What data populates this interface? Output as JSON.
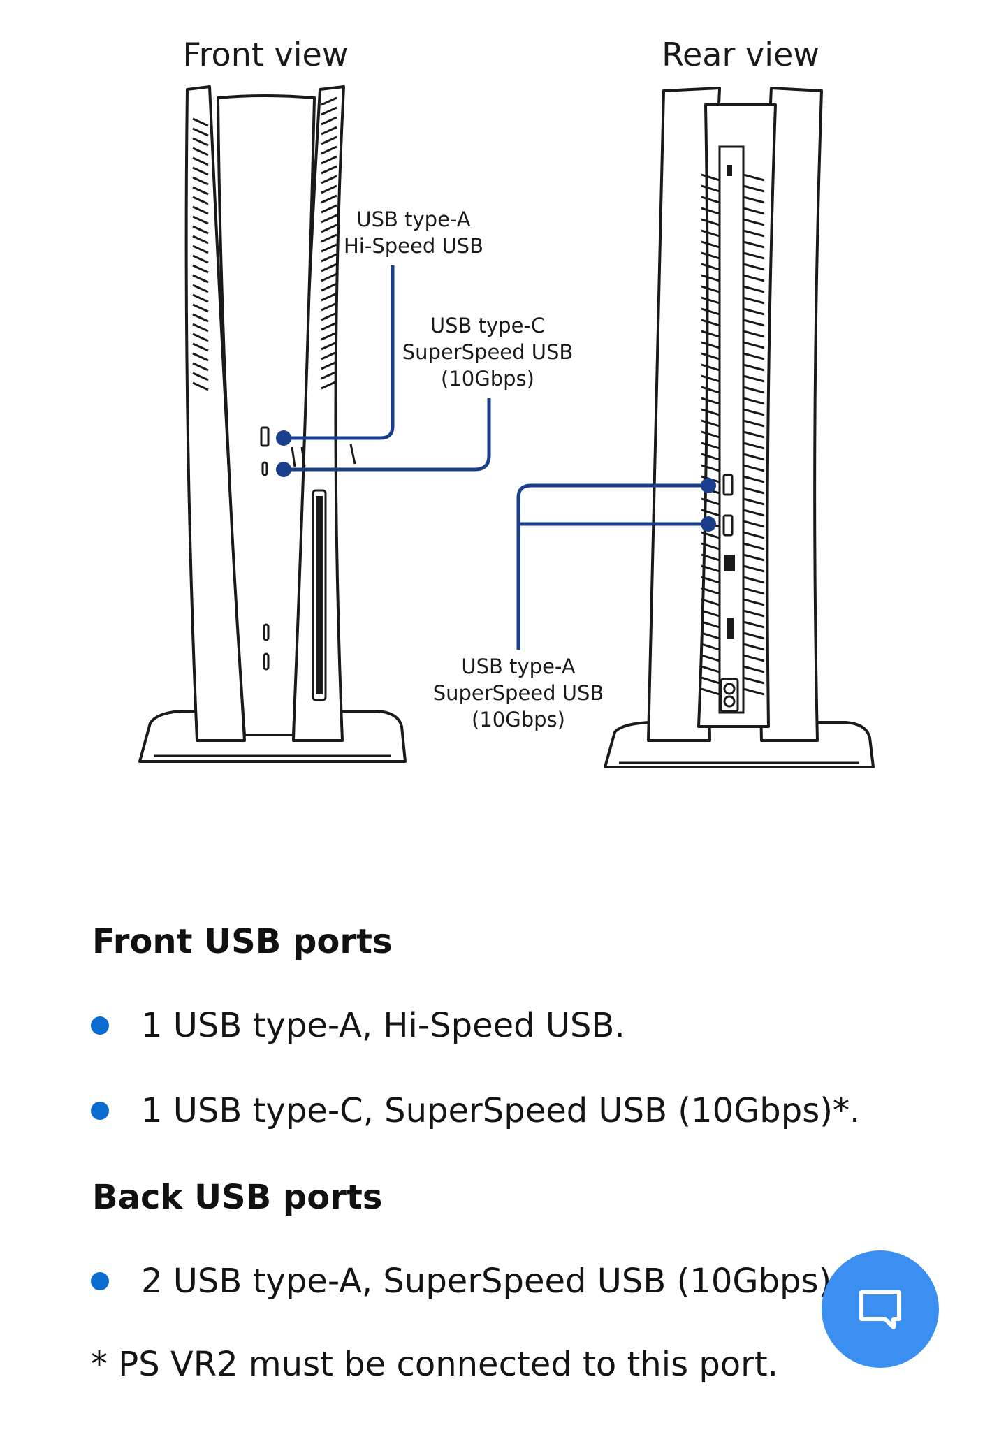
{
  "diagram": {
    "front_view_label": "Front view",
    "rear_view_label": "Rear view",
    "callouts": {
      "front_usb_a": [
        "USB type-A",
        "Hi-Speed USB"
      ],
      "front_usb_c": [
        "USB type-C",
        "SuperSpeed USB",
        "(10Gbps)"
      ],
      "rear_usb_a": [
        "USB type-A",
        "SuperSpeed USB",
        "(10Gbps)"
      ]
    },
    "line_color": "#1b3e8c"
  },
  "front_section": {
    "title": "Front USB ports",
    "items": [
      "1 USB type-A, Hi-Speed USB.",
      "1 USB type-C, SuperSpeed USB (10Gbps)*."
    ]
  },
  "back_section": {
    "title": "Back USB ports",
    "items": [
      "2 USB type-A, SuperSpeed USB (10Gbps)."
    ]
  },
  "footnote": "* PS VR2 must be connected to this port.",
  "chat_button": {
    "icon": "chat-bubble-icon",
    "color": "#3a8ff0"
  },
  "bullet_color": "#0a6bd1"
}
